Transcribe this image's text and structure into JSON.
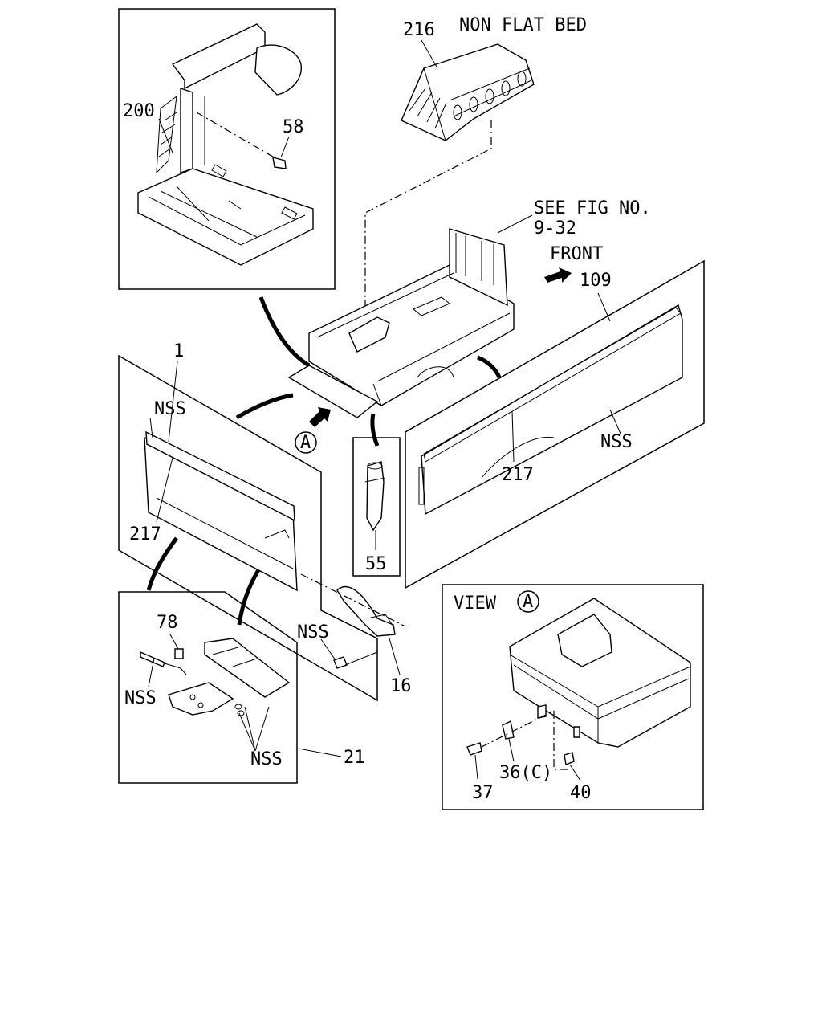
{
  "labels": {
    "non_flat_bed": "NON FLAT BED",
    "see_fig_line1": "SEE FIG NO.",
    "see_fig_line2": "9-32",
    "front": "FRONT",
    "view_word": "VIEW",
    "view_letter": "A",
    "section_a_marker": "A",
    "p216": "216",
    "p200": "200",
    "p58": "58",
    "p109": "109",
    "p1": "1",
    "nss_tailgate": "NSS",
    "p217_tailgate": "217",
    "p217_side": "217",
    "nss_side": "NSS",
    "p55": "55",
    "p78": "78",
    "nss_hinge_bolt": "NSS",
    "nss_latch": "NSS",
    "p16": "16",
    "nss_hinge_nuts": "NSS",
    "p21": "21",
    "p37": "37",
    "p36c": "36(C)",
    "p40": "40"
  },
  "icons": [
    "front-arrow-icon",
    "view-arrow-icon",
    "circle-a-marker"
  ]
}
